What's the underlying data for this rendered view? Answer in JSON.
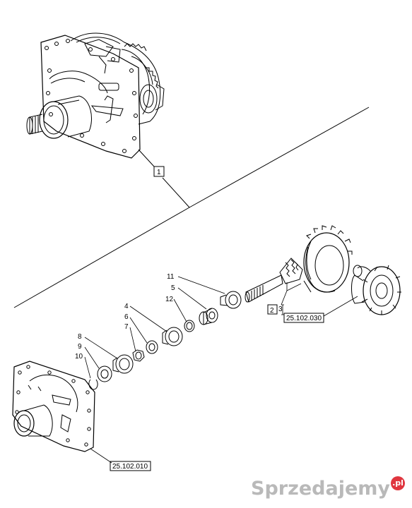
{
  "callouts": {
    "c1": "1",
    "c2": "2",
    "c3": "3",
    "c4": "4",
    "c5": "5",
    "c6": "6",
    "c7": "7",
    "c8": "8",
    "c9": "9",
    "c10": "10",
    "c11": "11",
    "c12": "12"
  },
  "references": {
    "ref_top": "25.102.030",
    "ref_bottom": "25.102.010"
  },
  "watermark": {
    "text": "Sprzedajemy",
    "badge": ".pl"
  }
}
